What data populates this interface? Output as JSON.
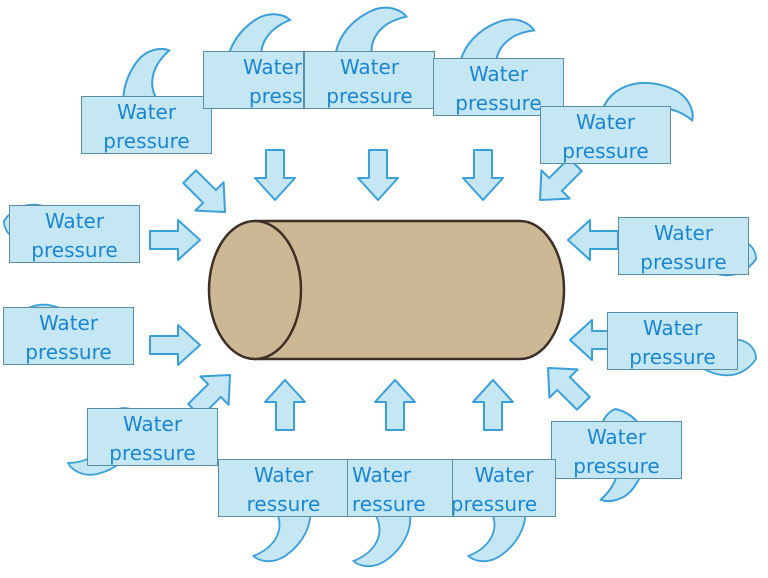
{
  "diagram": {
    "colors": {
      "label_fill": "#c5e7f4",
      "label_border": "#5a8ea6",
      "label_text": "#1a86d0",
      "arrow_fill": "#c5e7f4",
      "arrow_stroke": "#3b9fd8",
      "cylinder_fill": "#cdb896",
      "cylinder_stroke": "#3d3026"
    },
    "labels": [
      {
        "line1": "Water",
        "line2": "pressure"
      },
      {
        "line1": "Water",
        "line2": "pressure"
      },
      {
        "line1": "Water",
        "line2": "pressure"
      },
      {
        "line1": "Water",
        "line2": "pressure"
      },
      {
        "line1": "Water",
        "line2": "pressure"
      },
      {
        "line1": "Water",
        "line2": "pressure"
      },
      {
        "line1": "Water",
        "line2": "pressure"
      },
      {
        "line1": "Water",
        "line2": "pressure"
      },
      {
        "line1": "Water",
        "line2": "pressure"
      },
      {
        "line1": "Water",
        "line2": "pressure"
      },
      {
        "line1": "Water",
        "line2": "pressure"
      },
      {
        "line1": "Water",
        "line2": "ressure"
      },
      {
        "line1": "Water",
        "line2": "ressure"
      },
      {
        "line1": "Water",
        "line2": "pressure"
      }
    ]
  }
}
